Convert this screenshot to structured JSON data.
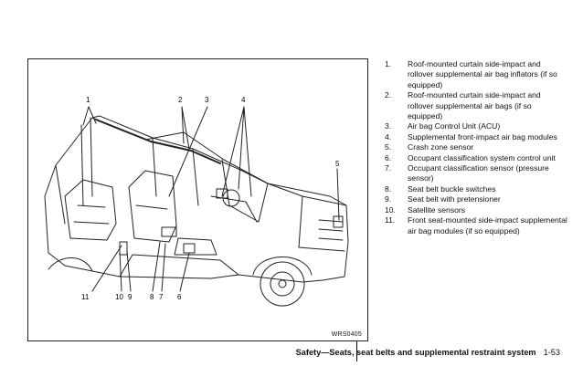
{
  "figure": {
    "code": "WRS0405",
    "callouts": [
      "1",
      "2",
      "3",
      "4",
      "5",
      "11",
      "10",
      "9",
      "8",
      "7",
      "6"
    ]
  },
  "legend": [
    {
      "num": "1.",
      "text": "Roof-mounted curtain side-impact and rollover supplemental air bag inflators (if so equipped)"
    },
    {
      "num": "2.",
      "text": "Roof-mounted curtain side-impact and rollover supplemental air bags (if so equipped)"
    },
    {
      "num": "3.",
      "text": "Air bag Control Unit (ACU)"
    },
    {
      "num": "4.",
      "text": "Supplemental front-impact air bag modules"
    },
    {
      "num": "5.",
      "text": "Crash zone sensor"
    },
    {
      "num": "6.",
      "text": "Occupant classification system control unit"
    },
    {
      "num": "7.",
      "text": "Occupant classification sensor (pressure sensor)"
    },
    {
      "num": "8.",
      "text": "Seat belt buckle switches"
    },
    {
      "num": "9.",
      "text": "Seat belt with pretensioner"
    },
    {
      "num": "10.",
      "text": "Satellite sensors"
    },
    {
      "num": "11.",
      "text": "Front seat-mounted side-impact supplemental air bag modules (if so equipped)"
    }
  ],
  "footer": {
    "section": "Safety—Seats, seat belts and supplemental restraint system",
    "page": "1-53"
  }
}
